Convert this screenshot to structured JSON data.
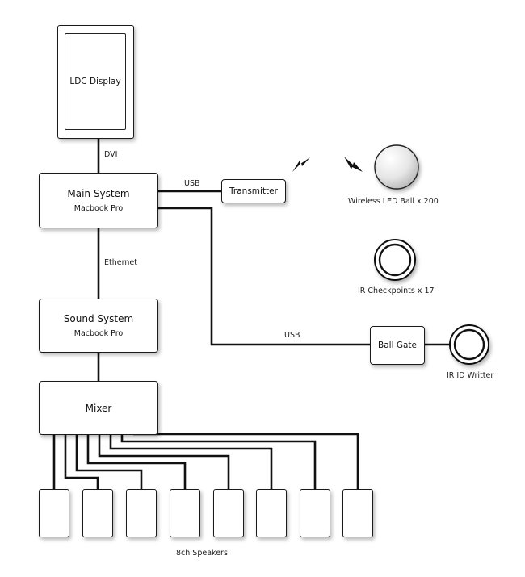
{
  "nodes": {
    "display": {
      "title": "LDC Display"
    },
    "main_system": {
      "title": "Main System",
      "subtitle": "Macbook Pro"
    },
    "transmitter": {
      "title": "Transmitter"
    },
    "sound_system": {
      "title": "Sound System",
      "subtitle": "Macbook Pro"
    },
    "mixer": {
      "title": "Mixer"
    },
    "ball_gate": {
      "title": "Ball Gate"
    },
    "wireless_ball": {
      "label": "Wireless LED Ball x 200"
    },
    "ir_checkpoints": {
      "label": "IR Checkpoints x 17"
    },
    "ir_writer": {
      "label": "IR ID Writter"
    },
    "speakers": {
      "label": "8ch Speakers",
      "count": 8
    }
  },
  "connections": {
    "dvi": "DVI",
    "usb_transmitter": "USB",
    "ethernet": "Ethernet",
    "usb_ball_gate": "USB"
  }
}
